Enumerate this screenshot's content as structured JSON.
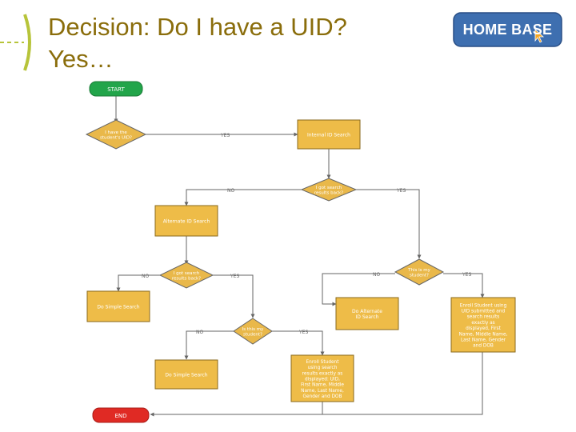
{
  "slide": {
    "title_line1": "Decision:  Do I have a UID?",
    "title_line2": "Yes…"
  },
  "logo": {
    "text": "HOME BASE",
    "color": "#3e6fb0",
    "icon": "cursor-icon"
  },
  "colors": {
    "title": "#8a6d0b",
    "process_fill": "#eebc48",
    "start_fill": "#22a54a",
    "end_fill": "#e02a24",
    "decision_fill": "#e9b84a",
    "stroke": "#666666"
  },
  "flowchart": {
    "start": "START",
    "end": "END",
    "decision_have_uid": "I have the student's UID?",
    "process_internal_id": "Internal ID Search",
    "decision_results_back_1": "I got search results back?",
    "process_alternate_id": "Alternate ID Search",
    "decision_results_back_2": "I got search results back?",
    "decision_my_student_1": "This is my student?",
    "process_simple_search_1": "Do Simple Search",
    "process_alternate_id_2": "Do Alternate ID Search",
    "process_enroll_uid": "Enroll Student using UID submitted and search results exactly as displayed, First Name, Middle Name, Last Name, Gender and DOB",
    "decision_my_student_2": "Is this my student?",
    "process_simple_search_2": "Do Simple Search",
    "process_enroll_results": "Enroll Student using search results exactly as displayed: UID, First Name, Middle Name, Last Name, Gender and DOB",
    "labels": {
      "yes": "YES",
      "no": "NO"
    }
  }
}
